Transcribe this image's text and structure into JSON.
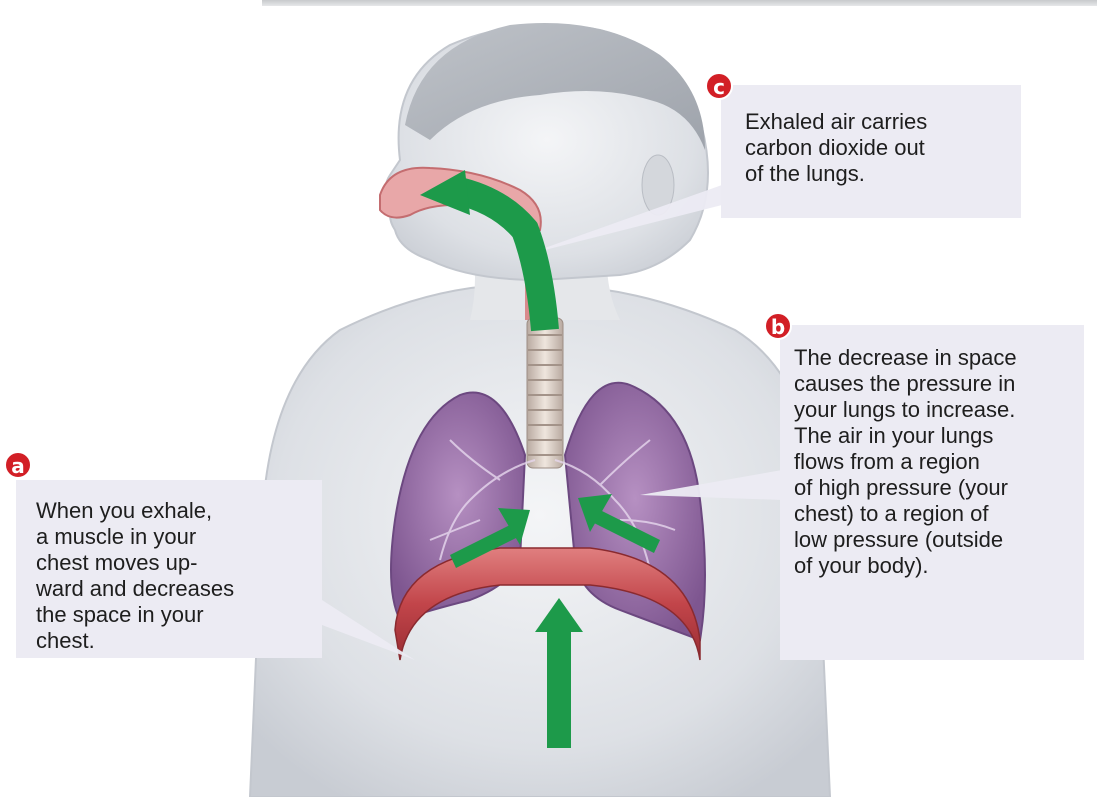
{
  "callouts": {
    "a": {
      "badge": "a",
      "text": "When you exhale,\na muscle in your\nchest moves up-\nward and decreases\nthe space in your\nchest."
    },
    "b": {
      "badge": "b",
      "text": "The decrease in space\ncauses the pressure in\nyour lungs to increase.\nThe air in your lungs\nflows from a region\nof high pressure (your\nchest) to a region of\nlow pressure (outside\nof your body)."
    },
    "c": {
      "badge": "c",
      "text": "Exhaled air carries\ncarbon dioxide out\nof the lungs."
    }
  },
  "colors": {
    "badge": "#d21f26",
    "callout_box": "#ecebf3",
    "arrow": "#1d9a4a",
    "lung": "#9a6fa8",
    "diaphragm": "#c2454a",
    "skin": "#d8dbe0"
  }
}
